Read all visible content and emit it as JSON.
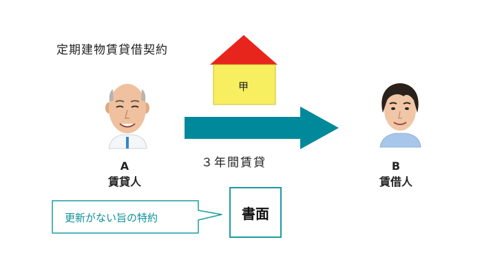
{
  "title": "定期建物賃貸借契約",
  "house": {
    "label": "甲",
    "roof_color": "#e8251c",
    "wall_color": "#f7ee60"
  },
  "arrow": {
    "label": "３年間賃貸",
    "color": "#00899a"
  },
  "party_a": {
    "letter": "A",
    "role": "賃貸人",
    "avatar": "bald-man-portrait"
  },
  "party_b": {
    "letter": "B",
    "role": "賃借人",
    "avatar": "dark-hair-man-portrait"
  },
  "document": {
    "label": "書面",
    "border_color": "#1a9aa0"
  },
  "note": {
    "text": "更新がない旨の特約",
    "color": "#0d8f97"
  }
}
